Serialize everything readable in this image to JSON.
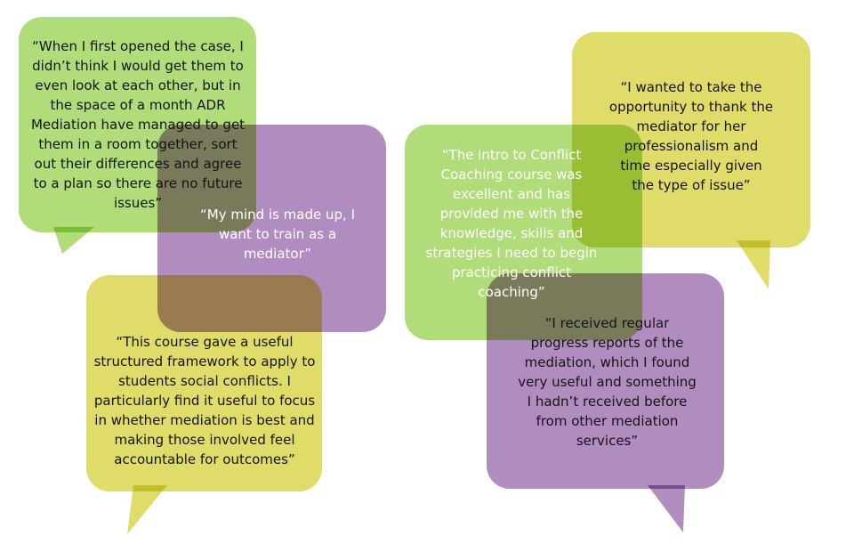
{
  "colors": {
    "green": "#b0dc79",
    "purple": "#b08dbe",
    "yellow": "#e0dc6a"
  },
  "bubbles": [
    {
      "color": "green",
      "text": "“When I first opened the case, I didn’t think I would get them to even look at each other, but in the space of a month ADR Mediation have managed to get them in a room together, sort out their differences and agree to a plan so there are no future issues”"
    },
    {
      "color": "purple",
      "text": "“My mind is made up, I want to train as a mediator”"
    },
    {
      "color": "yellow",
      "text": "“This course gave a useful structured framework to apply to students social conflicts. I particularly find it useful to focus in whether mediation is best and making those involved feel accountable for outcomes”"
    },
    {
      "color": "green",
      "text": "“The intro to Conflict Coaching course was excellent and has provided me with the knowledge, skills and strategies I need to begin practicing conflict coaching”"
    },
    {
      "color": "yellow",
      "text": "“I wanted to take the opportunity to thank the mediator for her professionalism and time especially given the type of issue”"
    },
    {
      "color": "purple",
      "text": "“I received regular progress reports of the mediation, which I found very useful and something I hadn’t received before from other mediation services”"
    }
  ]
}
